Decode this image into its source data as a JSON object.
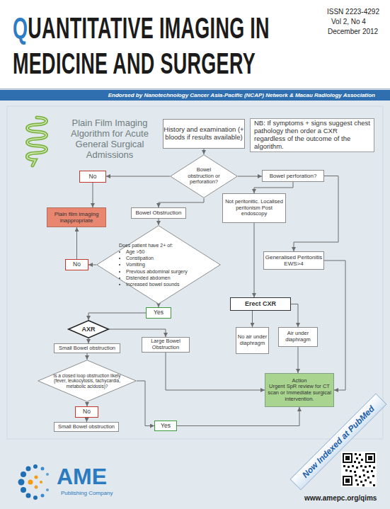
{
  "diagram": {
    "title": "QUANTITATIVE IMAGING IN MEDICINE AND SURGERY",
    "nodes": [
      {
        "text": [
          "History and examination (+ bloods if results available)"
        ]
      },
      {
        "text": [
          "NB: If symptoms + signs suggest chest pathology then order a CXR regardless of the outcome of the algorithm."
        ]
      },
      {
        "text": [
          "Bowel obstruction or perforation?"
        ]
      },
      {
        "text": [
          "No"
        ]
      },
      {
        "text": [
          "Bowel perforation?"
        ]
      },
      {
        "text": [
          "Plain film imaging inappropriate"
        ]
      },
      {
        "text": [
          "Bowel Obstruction"
        ]
      },
      {
        "text": [
          "Not peritonitic. Localised peritonism Post endoscopy"
        ]
      },
      {
        "text": [
          "Does patient have 2+ of:",
          "Age >50",
          "Constipation",
          "Vomiting",
          "Previous abdominal surgery",
          "Distended abdomen",
          "Increased bowel sounds"
        ]
      },
      {
        "text": [
          "No"
        ]
      },
      {
        "text": [
          "Generalised Peritonitis EWS>4"
        ]
      },
      {
        "text": [
          "Yes"
        ]
      },
      {
        "text": [
          "Erect CXR"
        ]
      },
      {
        "text": [
          "AXR"
        ]
      },
      {
        "text": [
          "Small Bowel obstruction"
        ]
      },
      {
        "text": [
          "Large Bowel Obstruction"
        ]
      },
      {
        "text": [
          "No air under diaphragm"
        ]
      },
      {
        "text": [
          "Air under diaphragm"
        ]
      },
      {
        "text": [
          "Is a closed loop obstruction likely (fever, leukocytosis, tachycardia, metabolic acidosis)?"
        ]
      },
      {
        "text": [
          "Action",
          "Urgent SpR review for CT scan or Immediate surgical intervention."
        ]
      },
      {
        "text": [
          "No"
        ]
      },
      {
        "text": [
          "Small Bowel obstruction"
        ]
      },
      {
        "text": [
          "Yes"
        ]
      }
    ],
    "edges": [
      {
        "from": 0,
        "to": 2,
        "arrow": "to"
      },
      {
        "from": 2,
        "to": 3,
        "arrow": "to"
      },
      {
        "from": 3,
        "to": 5,
        "arrow": "to"
      },
      {
        "from": 2,
        "to": 4,
        "arrow": "to"
      },
      {
        "from": 2,
        "to": 6,
        "arrow": "to"
      },
      {
        "from": 4,
        "to": 7,
        "arrow": "to"
      },
      {
        "from": 4,
        "to": 10,
        "arrow": "to"
      },
      {
        "from": 6,
        "to": 8,
        "arrow": "to"
      },
      {
        "from": 8,
        "to": 9,
        "arrow": "to"
      },
      {
        "from": 9,
        "to": 5,
        "arrow": "to"
      },
      {
        "from": 8,
        "to": 11,
        "arrow": "to"
      },
      {
        "from": 11,
        "to": 13,
        "arrow": "to"
      },
      {
        "from": 13,
        "to": 15,
        "arrow": "to"
      },
      {
        "from": 7,
        "to": 12,
        "arrow": "to"
      },
      {
        "from": 12,
        "to": 16,
        "arrow": "to"
      },
      {
        "from": 12,
        "to": 17,
        "arrow": "to"
      },
      {
        "from": 13,
        "to": 14,
        "arrow": "to"
      },
      {
        "from": 14,
        "to": 18,
        "arrow": "to"
      },
      {
        "from": 18,
        "to": 20,
        "arrow": "to"
      },
      {
        "from": 20,
        "to": 21,
        "arrow": "to"
      },
      {
        "from": 18,
        "to": 22,
        "arrow": "to"
      },
      {
        "from": 22,
        "to": 19,
        "arrow": "to"
      },
      {
        "from": 15,
        "to": 19,
        "arrow": "to"
      },
      {
        "from": 17,
        "to": 19,
        "arrow": "to"
      },
      {
        "from": 10,
        "to": 19,
        "arrow": "to"
      }
    ],
    "labels": [
      "ISSN 2223-4292",
      "Vol 2, No 4",
      "December 2012",
      "Endorsed by Nanotechnology Cancer Asia-Pacific (NCAP) Network & Macau Radiology Association",
      "Plain Film Imaging Algorithm for Acute General Surgical Admissions",
      "Now Indexed at PubMed",
      "AME",
      "Publishing Company",
      "www.amepc.org/qims"
    ]
  }
}
